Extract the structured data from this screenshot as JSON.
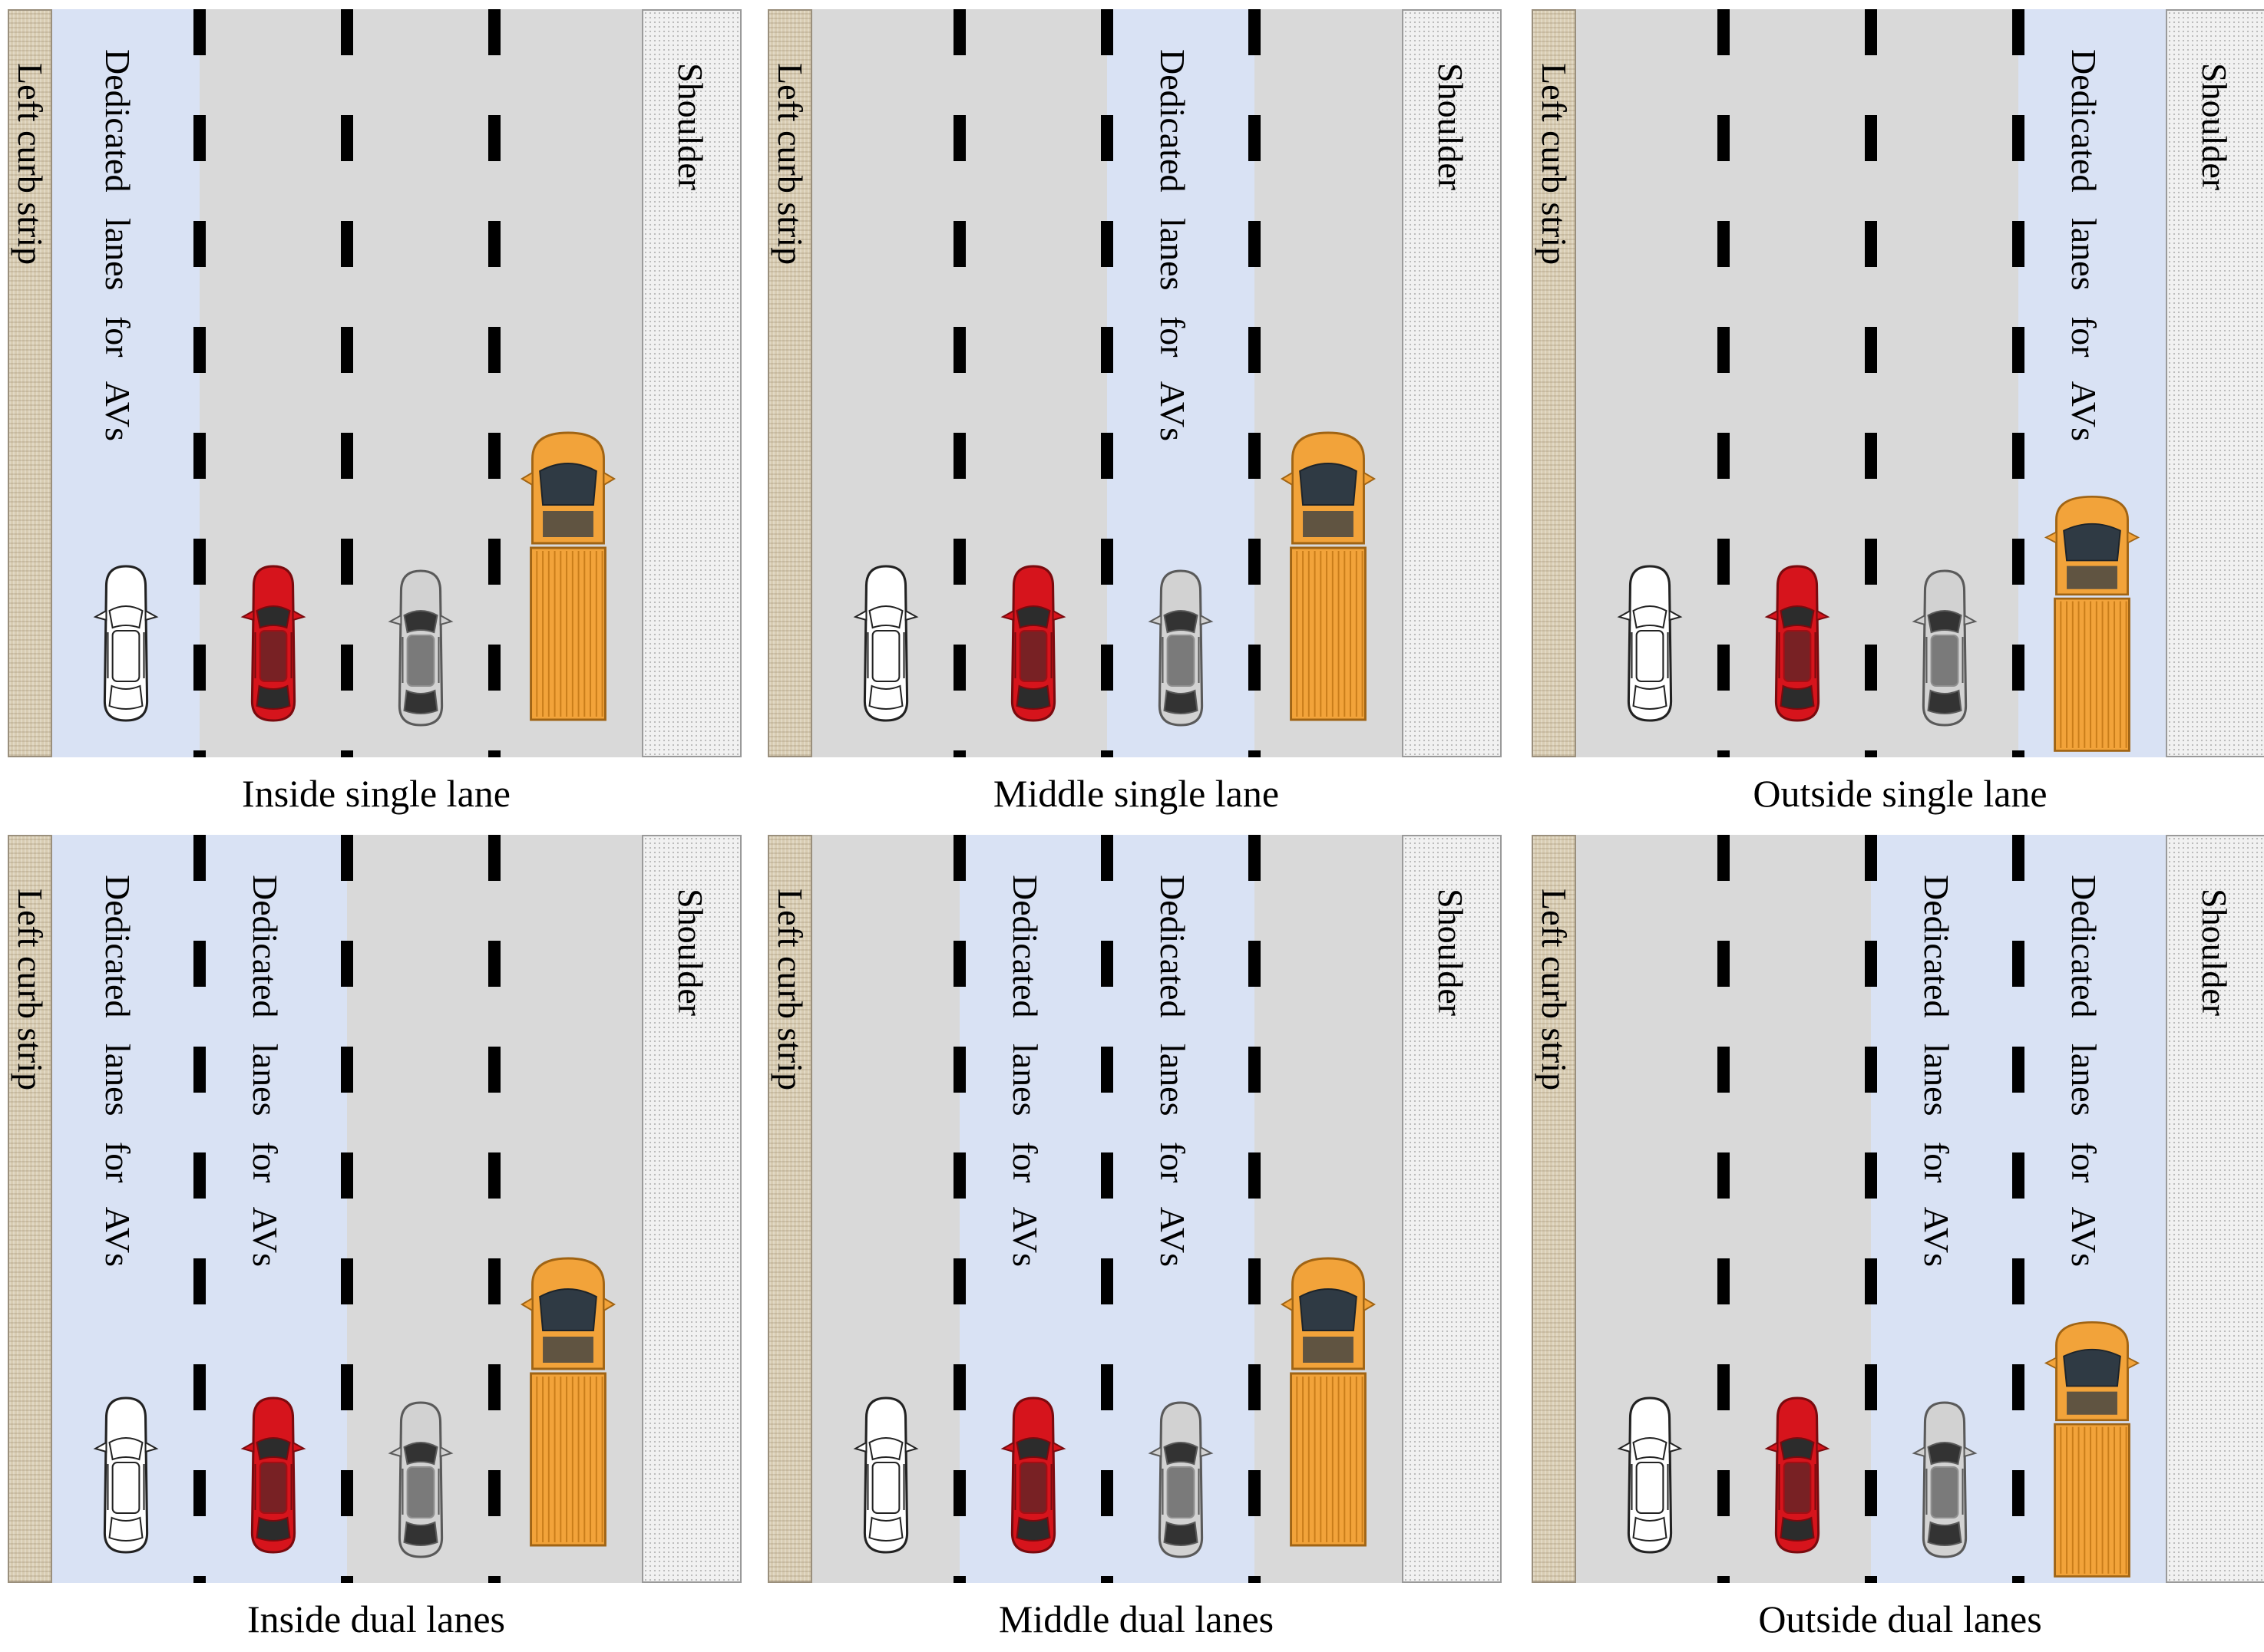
{
  "labels": {
    "curb": "Left curb strip",
    "shoulder": "Shoulder",
    "dedicated": "Dedicated  lanes  for  AVs"
  },
  "panels": [
    {
      "caption": "Inside single lane",
      "dedicated_lanes": [
        0
      ]
    },
    {
      "caption": "Middle single lane",
      "dedicated_lanes": [
        2
      ]
    },
    {
      "caption": "Outside single lane",
      "dedicated_lanes": [
        3
      ]
    },
    {
      "caption": "Inside dual lanes",
      "dedicated_lanes": [
        0,
        1
      ]
    },
    {
      "caption": "Middle dual lanes",
      "dedicated_lanes": [
        1,
        2
      ]
    },
    {
      "caption": "Outside dual lanes",
      "dedicated_lanes": [
        2,
        3
      ]
    }
  ],
  "vehicles": [
    "white-car",
    "red-car",
    "silver-car",
    "yellow-truck"
  ],
  "colors": {
    "road": "#d9d9d9",
    "dedicated_lane": "#d9e2f4",
    "lane_marking": "#000000",
    "curb": "#d8ccb2",
    "shoulder": "#f1f1f1",
    "red_car": "#d6141c",
    "white_car": "#ffffff",
    "silver_car": "#c9c9c9",
    "truck": "#f2a33a"
  }
}
